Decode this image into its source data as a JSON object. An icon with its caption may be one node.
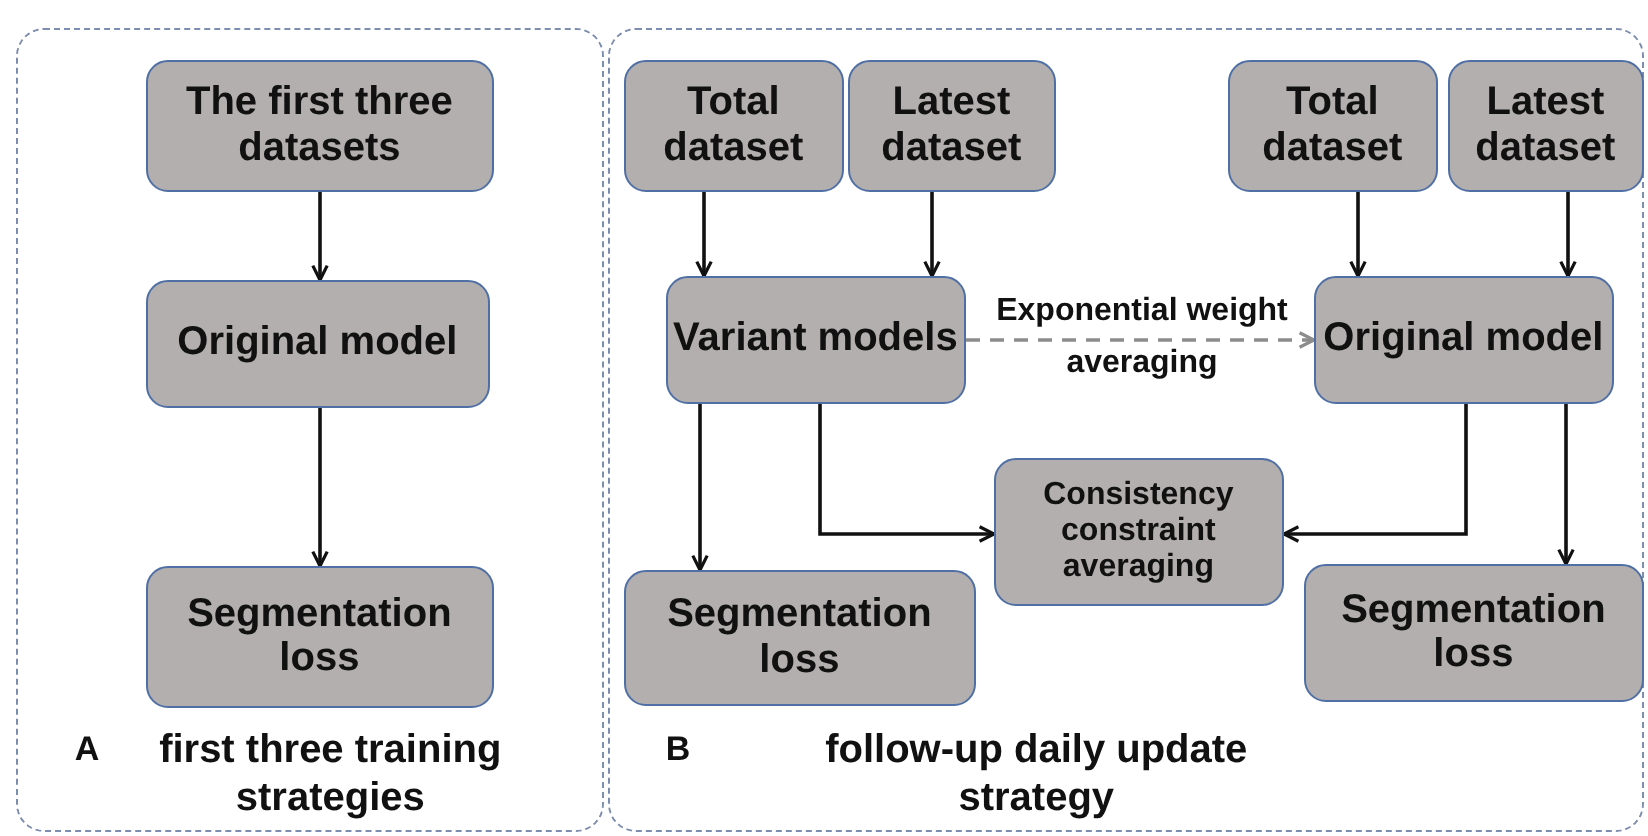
{
  "diagram": {
    "nodes": [
      {
        "text": [
          "A",
          "first three training strategies"
        ]
      },
      {
        "text": [
          "The first three datasets"
        ],
        "in": 0
      },
      {
        "text": [
          "Original model"
        ],
        "in": 0
      },
      {
        "text": [
          "Segmentation loss"
        ],
        "in": 0
      },
      {
        "text": [
          "B",
          "follow-up daily update strategy"
        ]
      },
      {
        "text": [
          "Total dataset"
        ],
        "in": 4
      },
      {
        "text": [
          "Latest dataset"
        ],
        "in": 4
      },
      {
        "text": [
          "Total dataset"
        ],
        "in": 4
      },
      {
        "text": [
          "Latest dataset"
        ],
        "in": 4
      },
      {
        "text": [
          "Variant models"
        ],
        "in": 4
      },
      {
        "text": [
          "Original model"
        ],
        "in": 4
      },
      {
        "text": [
          "Consistency constraint averaging"
        ],
        "in": 4
      },
      {
        "text": [
          "Segmentation loss"
        ],
        "in": 4
      },
      {
        "text": [
          "Segmentation loss"
        ],
        "in": 4
      }
    ],
    "edges": [
      {
        "from": 1,
        "to": 2,
        "arrow": "to"
      },
      {
        "from": 2,
        "to": 3,
        "arrow": "to"
      },
      {
        "from": 5,
        "to": 9,
        "arrow": "to"
      },
      {
        "from": 6,
        "to": 9,
        "arrow": "to"
      },
      {
        "from": 7,
        "to": 10,
        "arrow": "to"
      },
      {
        "from": 8,
        "to": 10,
        "arrow": "to"
      },
      {
        "from": 9,
        "to": 10,
        "arrow": "to",
        "label": "Exponential weight averaging",
        "style": "dashed",
        "color": "#8c8c8c"
      },
      {
        "from": 9,
        "to": 12,
        "arrow": "to"
      },
      {
        "from": 9,
        "to": 11,
        "arrow": "to"
      },
      {
        "from": 10,
        "to": 11,
        "arrow": "to"
      },
      {
        "from": 10,
        "to": 13,
        "arrow": "to"
      }
    ]
  }
}
